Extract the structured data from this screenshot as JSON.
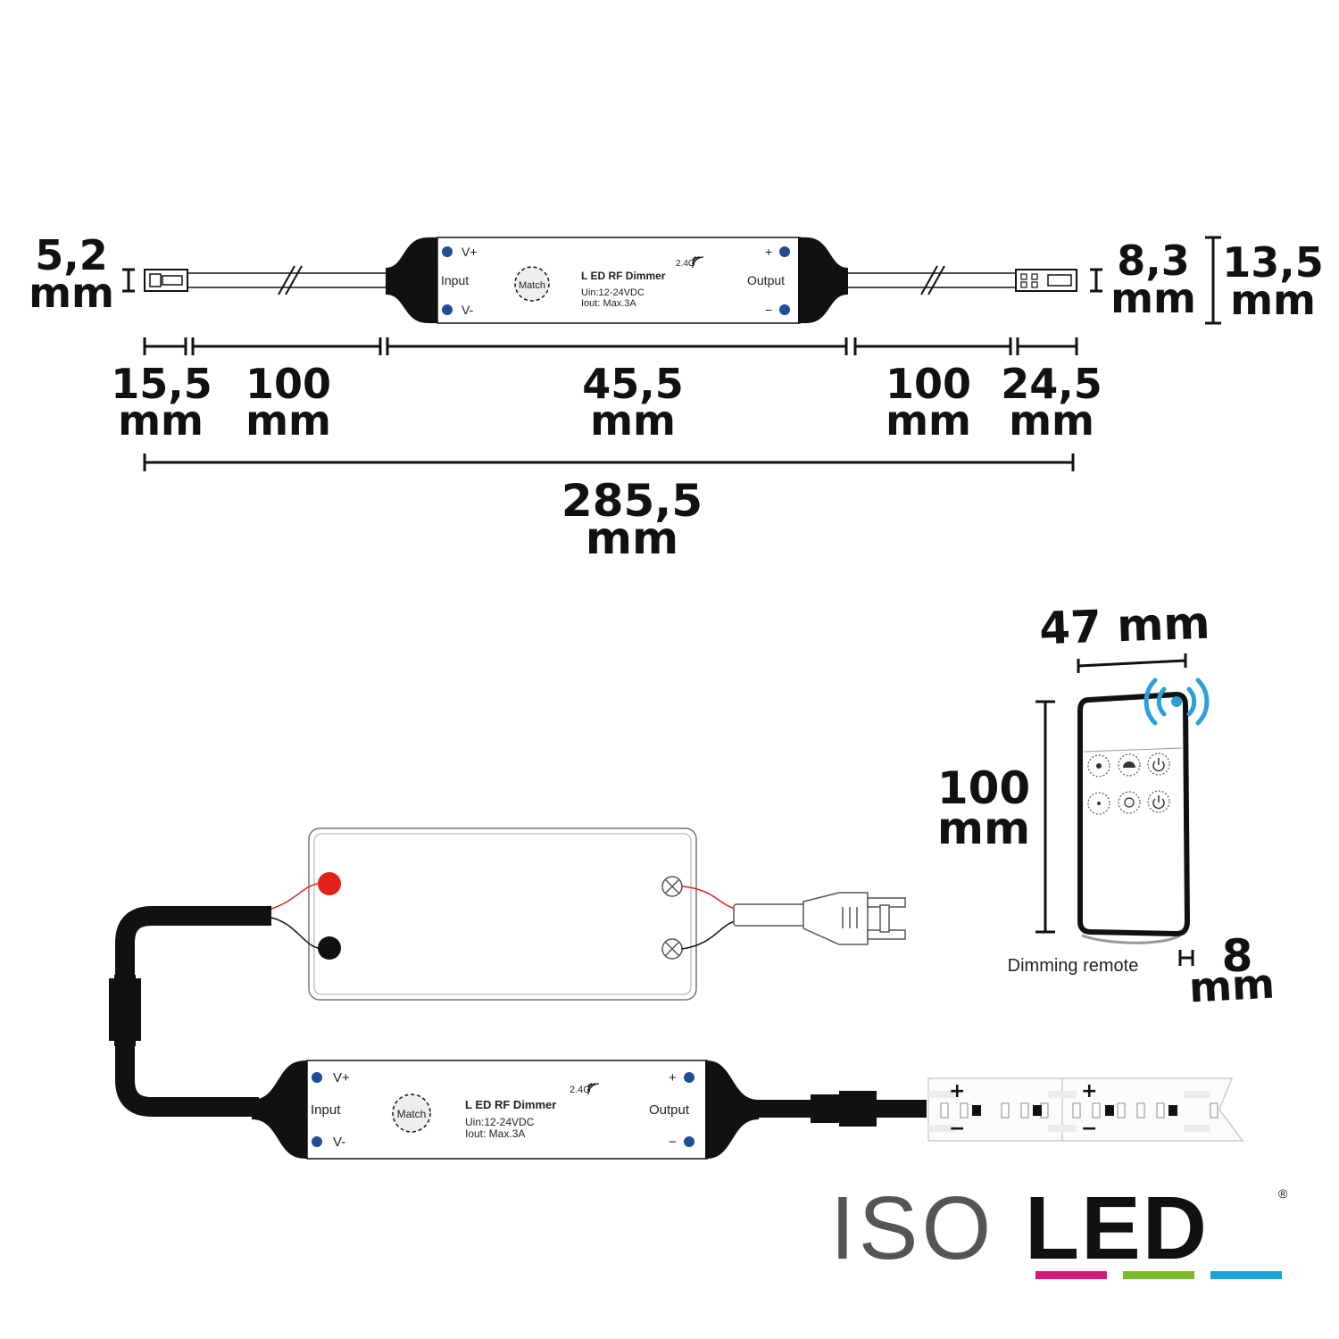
{
  "top_dimensions": {
    "left_plug_height": {
      "value": "5,2",
      "unit": "mm"
    },
    "right_plug_height": {
      "value": "8,3",
      "unit": "mm"
    },
    "dimmer_height": {
      "value": "13,5",
      "unit": "mm"
    },
    "segments": [
      {
        "value": "15,5",
        "unit": "mm"
      },
      {
        "value": "100",
        "unit": "mm"
      },
      {
        "value": "45,5",
        "unit": "mm"
      },
      {
        "value": "100",
        "unit": "mm"
      },
      {
        "value": "24,5",
        "unit": "mm"
      }
    ],
    "total": {
      "value": "285,5",
      "unit": "mm"
    }
  },
  "dimmer_label": {
    "vplus": "V+",
    "vminus": "V-",
    "input": "Input",
    "output": "Output",
    "plus": "+",
    "minus": "−",
    "match": "Match",
    "title": "L ED RF Dimmer",
    "spec1": "Uin:12-24VDC",
    "spec2": "Iout: Max.3A",
    "freq": "2.4G"
  },
  "remote": {
    "width": {
      "value": "47 mm"
    },
    "height": {
      "value": "100",
      "unit": "mm"
    },
    "depth": {
      "value": "8",
      "unit": "mm"
    },
    "caption": "Dimming remote"
  },
  "strip": {
    "plus": "+",
    "minus": "−"
  },
  "logo": {
    "iso": "ISO",
    "led": "LED",
    "mark": "®"
  },
  "colors": {
    "red_dot": "#e32119",
    "blue_dot": "#1f4e96",
    "wifi_blue": "#2aa0dc",
    "logo_magenta": "#d4187e",
    "logo_green": "#7ab929",
    "logo_cyan": "#1aa3db"
  }
}
